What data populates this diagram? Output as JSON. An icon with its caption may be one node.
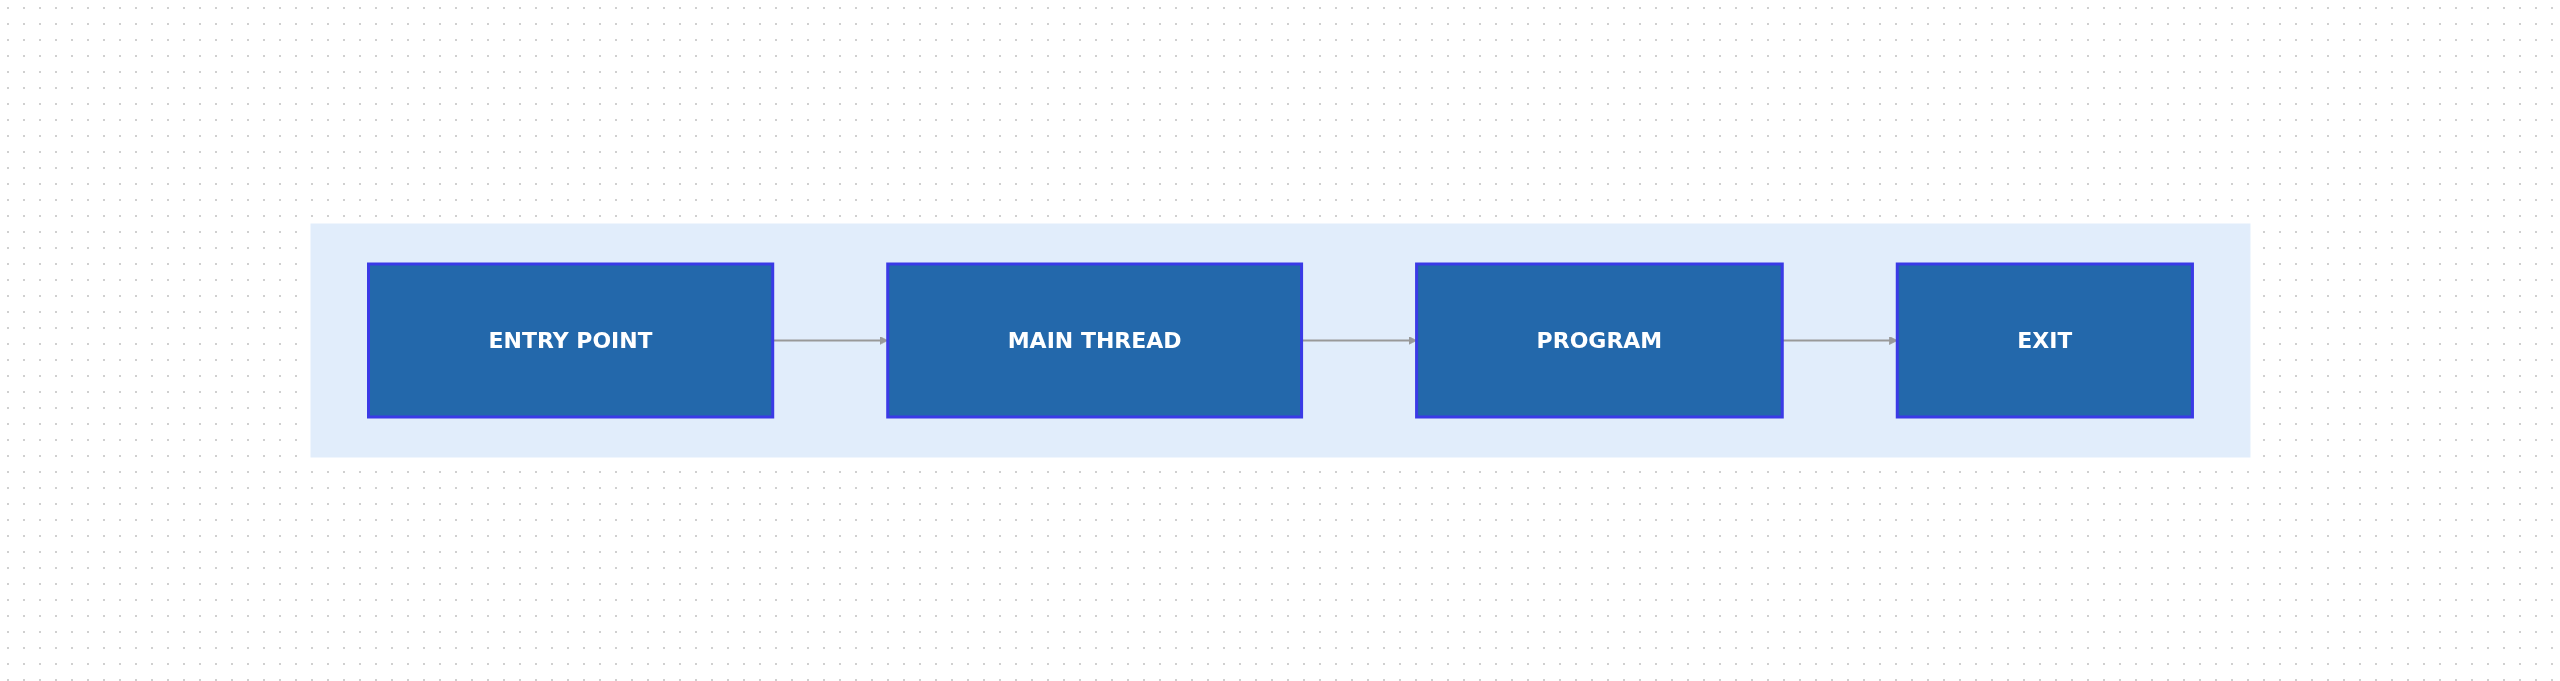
{
  "diagram": {
    "nodes": [
      {
        "text": [],
        "shape": "box"
      },
      {
        "text": [
          "ENTRY POINT"
        ],
        "in": 0
      },
      {
        "text": [
          "MAIN THREAD"
        ],
        "in": 0
      },
      {
        "text": [
          "PROGRAM"
        ],
        "in": 0
      },
      {
        "text": [
          "EXIT"
        ],
        "in": 0
      }
    ],
    "edges": [
      {
        "from": 1,
        "to": 2,
        "arrow": "to"
      },
      {
        "from": 2,
        "to": 3,
        "arrow": "to"
      },
      {
        "from": 3,
        "to": 4,
        "arrow": "to"
      }
    ]
  }
}
